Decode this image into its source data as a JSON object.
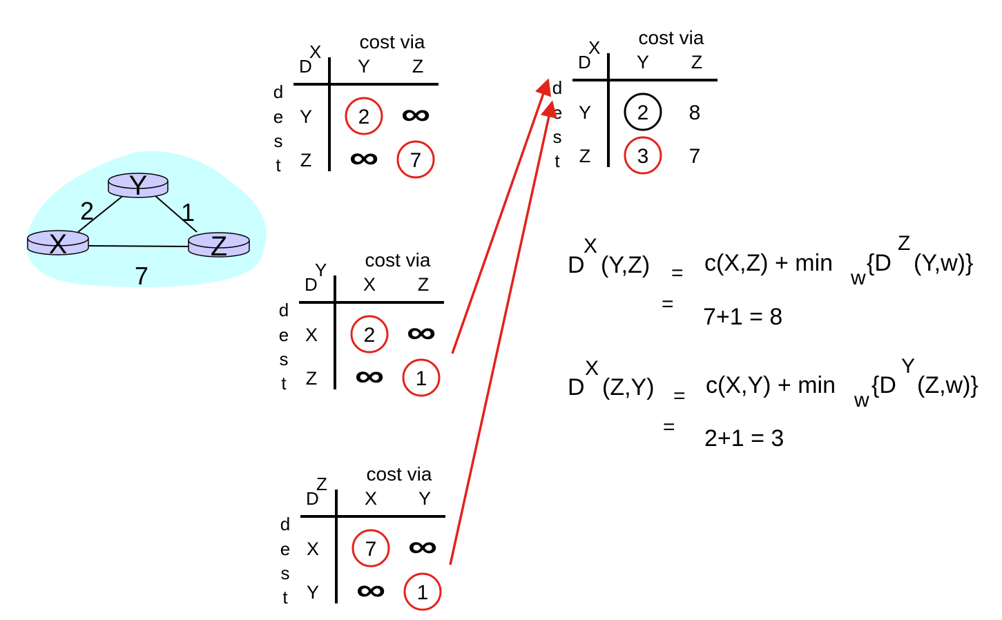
{
  "network": {
    "nodes": [
      "X",
      "Y",
      "Z"
    ],
    "links": [
      {
        "from": "X",
        "to": "Y",
        "cost": "2"
      },
      {
        "from": "Y",
        "to": "Z",
        "cost": "1"
      },
      {
        "from": "X",
        "to": "Z",
        "cost": "7"
      }
    ]
  },
  "tables": [
    {
      "node": "X",
      "header": "cost via",
      "dest_label": [
        "d",
        "e",
        "s",
        "t"
      ],
      "columns": [
        "Y",
        "Z"
      ],
      "rows": [
        {
          "label": "Y",
          "cells": [
            {
              "v": "2",
              "circle": "red"
            },
            {
              "v": "∞"
            }
          ]
        },
        {
          "label": "Z",
          "cells": [
            {
              "v": "∞"
            },
            {
              "v": "7",
              "circle": "red"
            }
          ]
        }
      ]
    },
    {
      "node": "Y",
      "header": "cost via",
      "dest_label": [
        "d",
        "e",
        "s",
        "t"
      ],
      "columns": [
        "X",
        "Z"
      ],
      "rows": [
        {
          "label": "X",
          "cells": [
            {
              "v": "2",
              "circle": "red"
            },
            {
              "v": "∞"
            }
          ]
        },
        {
          "label": "Z",
          "cells": [
            {
              "v": "∞"
            },
            {
              "v": "1",
              "circle": "red"
            }
          ]
        }
      ]
    },
    {
      "node": "Z",
      "header": "cost via",
      "dest_label": [
        "d",
        "e",
        "s",
        "t"
      ],
      "columns": [
        "X",
        "Y"
      ],
      "rows": [
        {
          "label": "X",
          "cells": [
            {
              "v": "7",
              "circle": "red"
            },
            {
              "v": "∞"
            }
          ]
        },
        {
          "label": "Y",
          "cells": [
            {
              "v": "∞"
            },
            {
              "v": "1",
              "circle": "red"
            }
          ]
        }
      ]
    },
    {
      "node": "X",
      "header": "cost via",
      "dest_label": [
        "d",
        "e",
        "s",
        "t"
      ],
      "columns": [
        "Y",
        "Z"
      ],
      "rows": [
        {
          "label": "Y",
          "cells": [
            {
              "v": "2",
              "circle": "black"
            },
            {
              "v": "8"
            }
          ]
        },
        {
          "label": "Z",
          "cells": [
            {
              "v": "3",
              "circle": "red"
            },
            {
              "v": "7"
            }
          ]
        }
      ]
    }
  ],
  "equations": [
    {
      "lhs_base": "D",
      "lhs_sup": "X",
      "lhs_args": "(Y,Z)",
      "eq": "=",
      "rhs_pre": "c(X,Z) + min",
      "rhs_sub": "w",
      "rhs_brace": "{D",
      "rhs_sup": "Z",
      "rhs_args": "(Y,w)}",
      "eq2": "=",
      "result": "7+1 = 8"
    },
    {
      "lhs_base": "D",
      "lhs_sup": "X",
      "lhs_args": "(Z,Y)",
      "eq": "=",
      "rhs_pre": "c(X,Y) + min",
      "rhs_sub": "w",
      "rhs_brace": "{D",
      "rhs_sup": "Y",
      "rhs_args": "(Z,w)}",
      "eq2": "=",
      "result": "2+1 = 3"
    }
  ],
  "colors": {
    "accent_red": "#e2231a",
    "cloud": "#ccffff",
    "router": "#ccccff"
  }
}
